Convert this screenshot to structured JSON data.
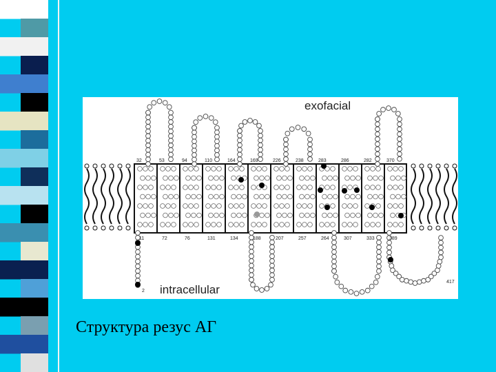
{
  "slide": {
    "caption": "Структура резус АГ",
    "background_color": "#00ccf0",
    "stripe_colors": [
      "#ffffff",
      "#4f9aa6",
      "#f1f1f1",
      "#0a1e4e",
      "#3f7fcf",
      "#000000",
      "#e6e4c2",
      "#1c6d9c",
      "#7fd0e6",
      "#0f2f5a",
      "#b8e2f0",
      "#000000",
      "#3a8fb0",
      "#e8e8d0",
      "#0a2050",
      "#4fa0d8",
      "#000000",
      "#7a9fb0",
      "#1f4f9f",
      "#e0e0e0"
    ]
  },
  "diagram": {
    "title_exofacial": "exofacial",
    "title_intracellular": "intracellular",
    "top_numbers": [
      "32",
      "53",
      "94",
      "110",
      "164",
      "169",
      "226",
      "238",
      "283",
      "286",
      "282",
      "370"
    ],
    "bottom_numbers": [
      "11",
      "72",
      "76",
      "131",
      "134",
      "188",
      "207",
      "257",
      "264",
      "307",
      "333",
      "389"
    ],
    "terminal_n": "2",
    "terminal_c": "417"
  }
}
